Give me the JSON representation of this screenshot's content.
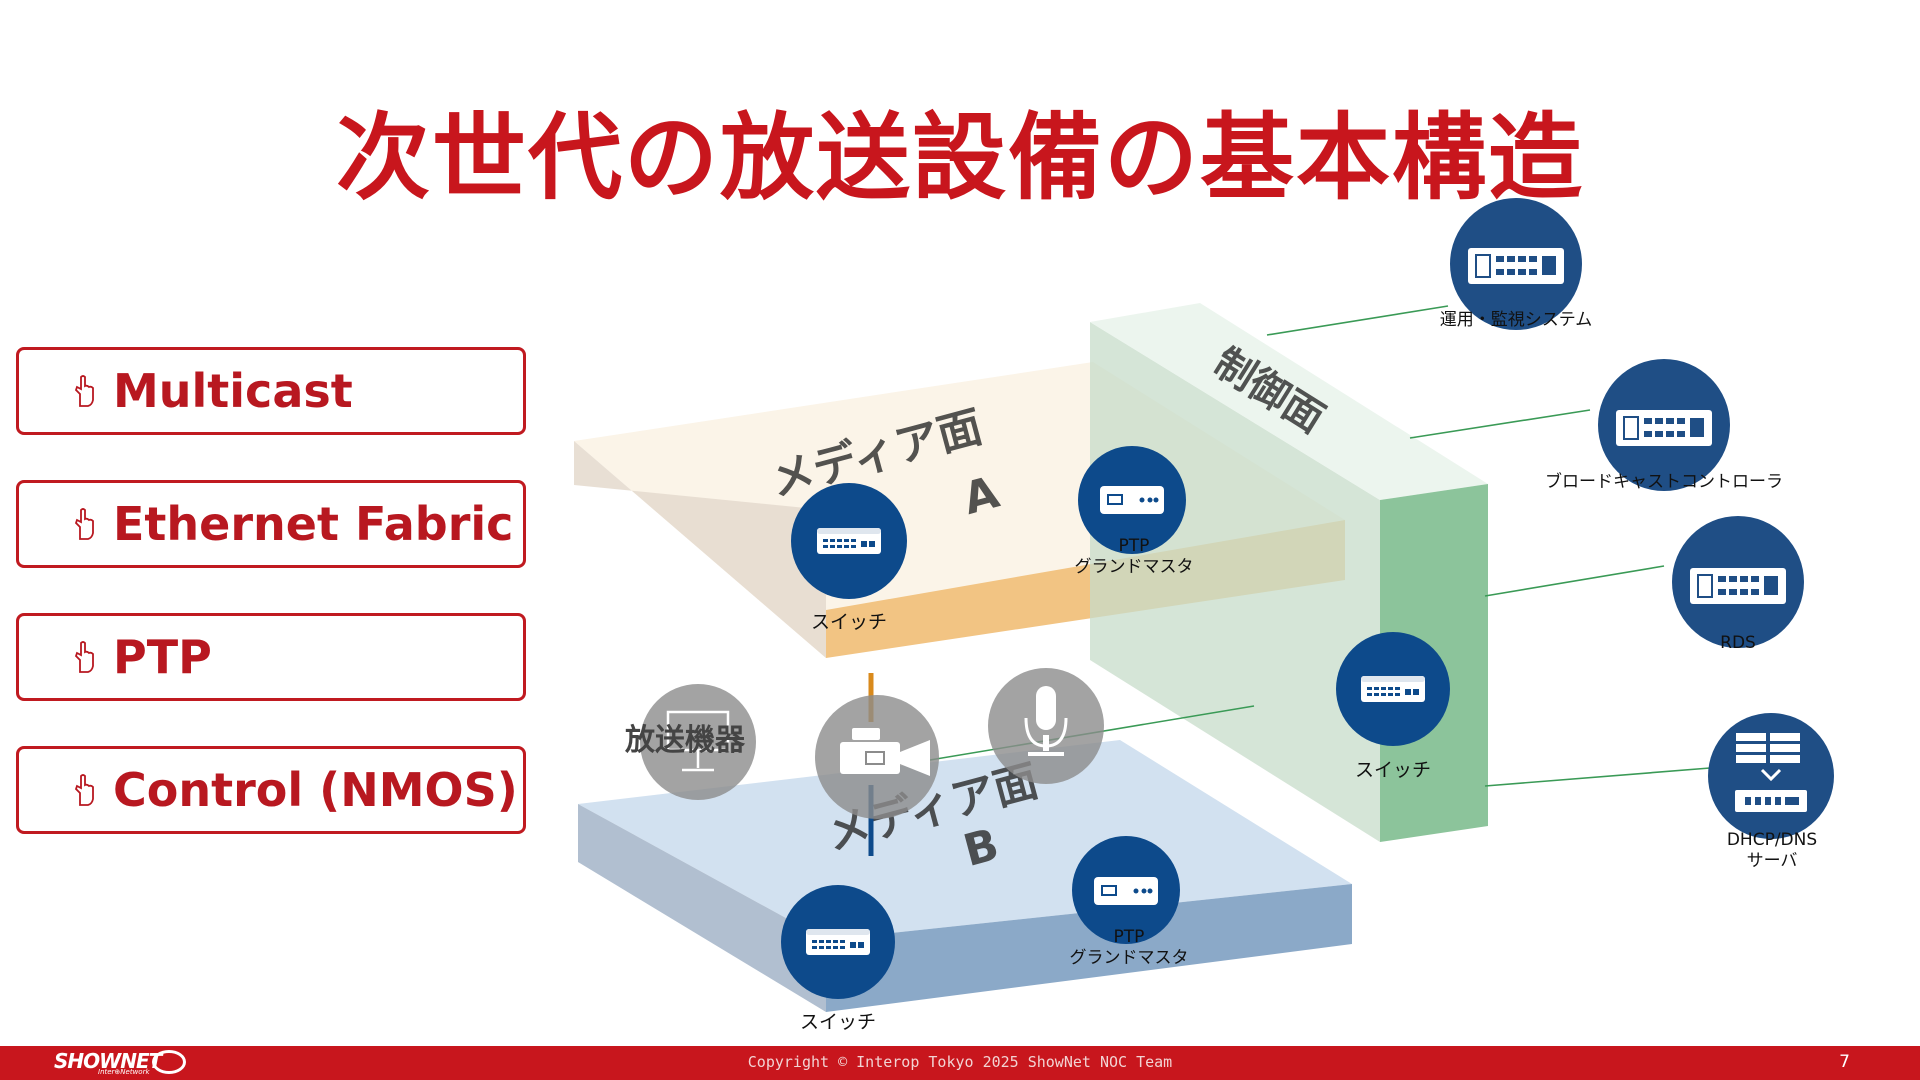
{
  "title": "次世代の放送設備の基本構造",
  "features": [
    "Multicast",
    "Ethernet Fabric",
    "PTP",
    "Control (NMOS)"
  ],
  "planes": {
    "media_a": [
      "メディア面",
      "A"
    ],
    "media_b": [
      "メディア面",
      "B"
    ],
    "control": "制御面"
  },
  "devices": {
    "switch_a": "スイッチ",
    "ptp_a": [
      "PTP",
      "グランドマスタ"
    ],
    "switch_b": "スイッチ",
    "ptp_b": [
      "PTP",
      "グランドマスタ"
    ],
    "switch_control": "スイッチ",
    "equipment_label": "放送機器"
  },
  "systems": {
    "monitoring": "運用・監視システム",
    "broadcast_controller": "ブロードキャストコントローラ",
    "rds": "RDS",
    "dhcp_dns": [
      "DHCP/DNS",
      "サーバ"
    ]
  },
  "colors": {
    "accent_red": "#c8161d",
    "device_blue": "#0d4a8b",
    "system_blue": "#1f4e85",
    "control_green": "#8cc49b"
  },
  "footer": {
    "copyright": "Copyright © Interop Tokyo 2025 ShowNet NOC Team",
    "page": "7",
    "logo": "SHOWNET",
    "logo_sub": "Inter⊕Network"
  }
}
